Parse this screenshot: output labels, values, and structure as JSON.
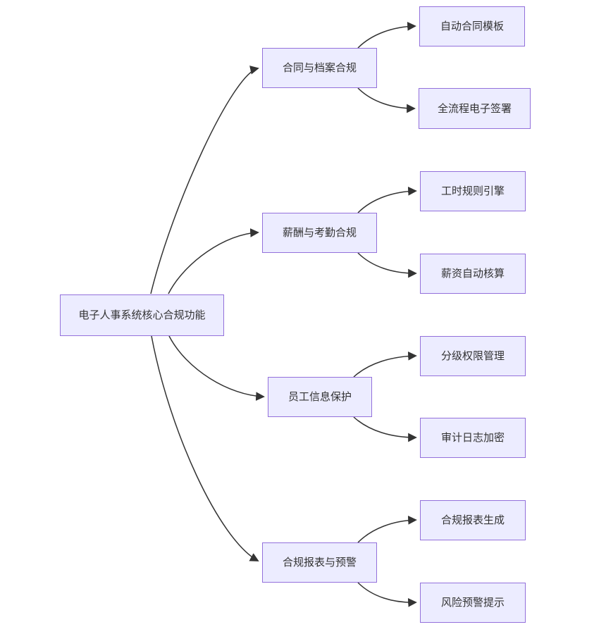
{
  "diagram": {
    "type": "flowchart",
    "direction": "left-to-right",
    "colors": {
      "background": "#ffffff",
      "node_fill": "#ECECFF",
      "node_border": "#9370DB",
      "node_text": "#333333",
      "edge": "#333333"
    },
    "nodes": {
      "root": {
        "label": "电子人事系统核心合规功能"
      },
      "b1": {
        "label": "合同与档案合规"
      },
      "b2": {
        "label": "薪酬与考勤合规"
      },
      "b3": {
        "label": "员工信息保护"
      },
      "b4": {
        "label": "合规报表与预警"
      },
      "l1": {
        "label": "自动合同模板"
      },
      "l2": {
        "label": "全流程电子签署"
      },
      "l3": {
        "label": "工时规则引擎"
      },
      "l4": {
        "label": "薪资自动核算"
      },
      "l5": {
        "label": "分级权限管理"
      },
      "l6": {
        "label": "审计日志加密"
      },
      "l7": {
        "label": "合规报表生成"
      },
      "l8": {
        "label": "风险预警提示"
      }
    },
    "edges": [
      {
        "from": "电子人事系统核心合规功能",
        "to": "合同与档案合规"
      },
      {
        "from": "电子人事系统核心合规功能",
        "to": "薪酬与考勤合规"
      },
      {
        "from": "电子人事系统核心合规功能",
        "to": "员工信息保护"
      },
      {
        "from": "电子人事系统核心合规功能",
        "to": "合规报表与预警"
      },
      {
        "from": "合同与档案合规",
        "to": "自动合同模板"
      },
      {
        "from": "合同与档案合规",
        "to": "全流程电子签署"
      },
      {
        "from": "薪酬与考勤合规",
        "to": "工时规则引擎"
      },
      {
        "from": "薪酬与考勤合规",
        "to": "薪资自动核算"
      },
      {
        "from": "员工信息保护",
        "to": "分级权限管理"
      },
      {
        "from": "员工信息保护",
        "to": "审计日志加密"
      },
      {
        "from": "合规报表与预警",
        "to": "合规报表生成"
      },
      {
        "from": "合规报表与预警",
        "to": "风险预警提示"
      }
    ]
  }
}
